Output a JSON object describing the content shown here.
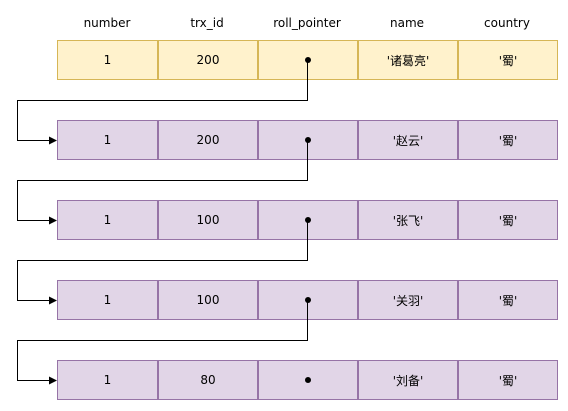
{
  "columns": [
    "number",
    "trx_id",
    "roll_pointer",
    "name",
    "country"
  ],
  "current_record": {
    "number": "1",
    "trx_id": "200",
    "name": "'诸葛亮'",
    "country": "'蜀'"
  },
  "undo_records": [
    {
      "number": "1",
      "trx_id": "200",
      "name": "'赵云'",
      "country": "'蜀'"
    },
    {
      "number": "1",
      "trx_id": "100",
      "name": "'张飞'",
      "country": "'蜀'"
    },
    {
      "number": "1",
      "trx_id": "100",
      "name": "'关羽'",
      "country": "'蜀'"
    },
    {
      "number": "1",
      "trx_id": "80",
      "name": "'刘备'",
      "country": "'蜀'"
    }
  ],
  "colors": {
    "current_fill": "#fff2cc",
    "current_border": "#d6b656",
    "undo_fill": "#e1d5e7",
    "undo_border": "#9673a6",
    "link": "#000000"
  }
}
